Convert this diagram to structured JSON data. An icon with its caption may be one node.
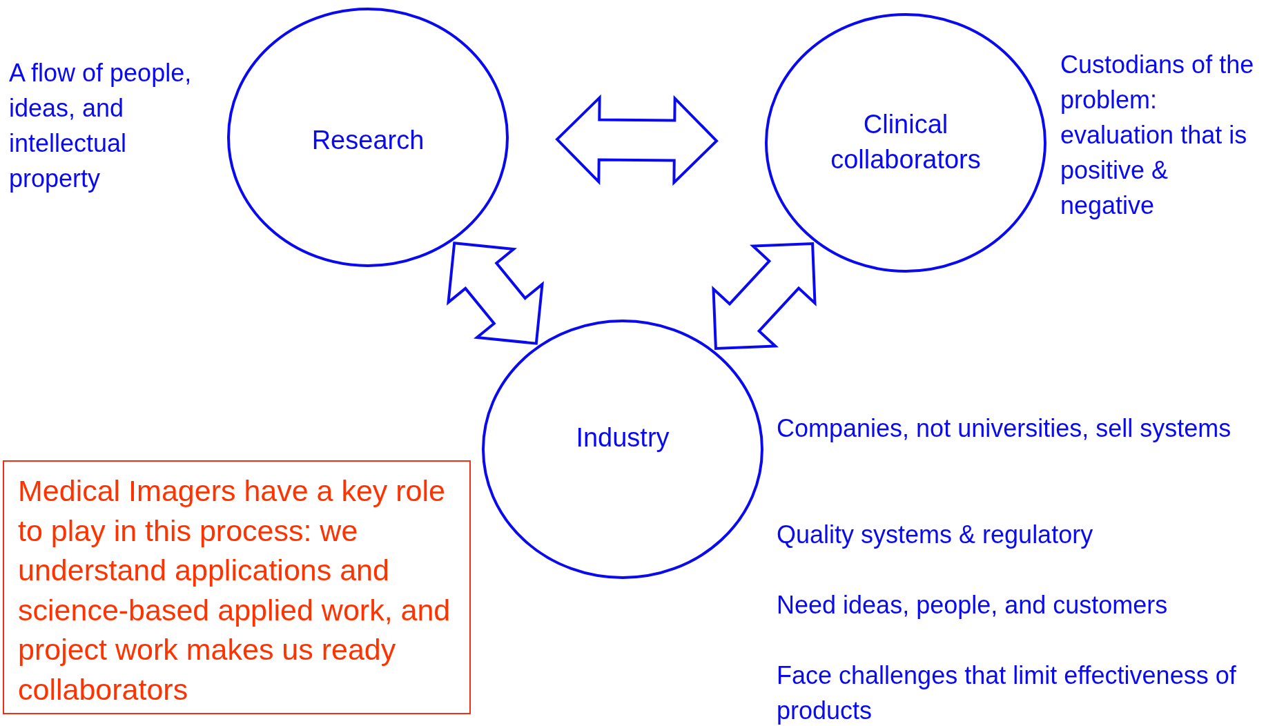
{
  "diagram": {
    "nodes": [
      {
        "text": [
          "Research"
        ],
        "beside": [
          "A flow of people, ideas, and intellectual property"
        ]
      },
      {
        "text": [
          "Clinical collaborators"
        ],
        "beside": [
          "Custodians of the problem: evaluation that is positive & negative"
        ]
      },
      {
        "text": [
          "Industry"
        ],
        "beside": [
          "Companies, not universities, sell systems",
          "Quality systems & regulatory",
          "Need ideas, people, and customers",
          "Face challenges that limit effectiveness of products"
        ]
      },
      {
        "text": [
          "Medical Imagers have a key role to play in this process: we understand applications and science-based applied work, and project work makes us ready collaborators"
        ]
      }
    ],
    "edges": [
      {
        "from": 0,
        "to": 1,
        "arrow": "both"
      },
      {
        "from": 0,
        "to": 2,
        "arrow": "both"
      },
      {
        "from": 1,
        "to": 2,
        "arrow": "both"
      }
    ]
  }
}
